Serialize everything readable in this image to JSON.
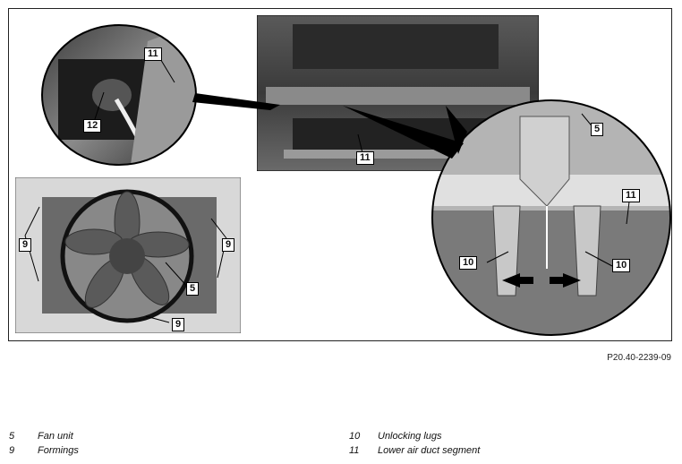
{
  "figure_id": "P20.40-2239-09",
  "labels": {
    "top_left_11": "11",
    "top_left_12": "12",
    "top_center_11": "11",
    "fan_9_left": "9",
    "fan_9_right": "9",
    "fan_9_bottom": "9",
    "fan_5": "5",
    "detail_5": "5",
    "detail_11": "11",
    "detail_10_left": "10",
    "detail_10_right": "10"
  },
  "legend": [
    {
      "num": "5",
      "text": "Fan unit"
    },
    {
      "num": "9",
      "text": "Formings"
    },
    {
      "num": "10",
      "text": "Unlocking lugs"
    },
    {
      "num": "11",
      "text": "Lower air duct segment"
    }
  ]
}
